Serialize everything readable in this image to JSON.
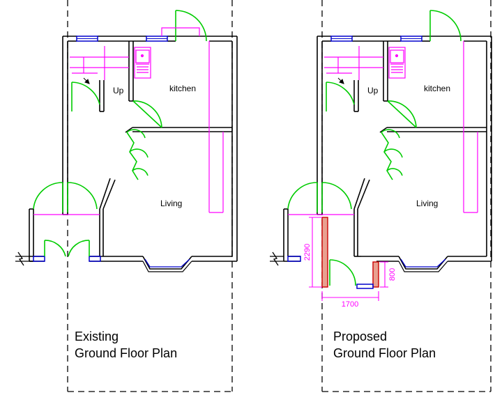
{
  "existing": {
    "caption_line1": "Existing",
    "caption_line2": "Ground Floor Plan",
    "label_up": "Up",
    "label_kitchen": "kitchen",
    "label_living": "Living"
  },
  "proposed": {
    "caption_line1": "Proposed",
    "caption_line2": "Ground Floor Plan",
    "label_up": "Up",
    "label_kitchen": "kitchen",
    "label_living": "Living",
    "dim_height": "2290",
    "dim_width": "1700",
    "dim_small": "800"
  },
  "colors": {
    "wall": "#000000",
    "door_swing": "#00cc00",
    "window": "#0000cc",
    "services": "#ff00ff",
    "new_wall": "#cc0000"
  }
}
